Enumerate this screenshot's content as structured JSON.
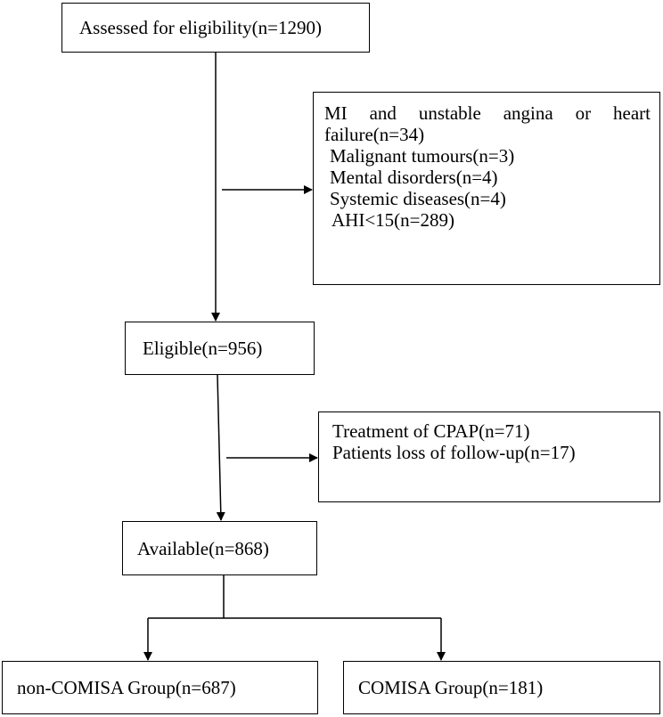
{
  "boxes": {
    "assessed": {
      "text": "Assessed for eligibility(n=1290)"
    },
    "exclusion1": {
      "lines": [
        " MI and unstable angina or heart",
        "failure(n=34)",
        " Malignant tumours(n=3)",
        " Mental disorders(n=4)",
        " Systemic diseases(n=4)",
        "  AHI<15(n=289)"
      ]
    },
    "eligible": {
      "text": "Eligible(n=956)"
    },
    "exclusion2": {
      "lines": [
        "Treatment of CPAP(n=71)",
        "Patients loss of follow-up(n=17)"
      ]
    },
    "available": {
      "text": "Available(n=868)"
    },
    "non_comisa": {
      "text": "non-COMISA Group(n=687)"
    },
    "comisa": {
      "text": "COMISA Group(n=181)"
    }
  },
  "colors": {
    "stroke": "#000000",
    "background": "#ffffff"
  }
}
